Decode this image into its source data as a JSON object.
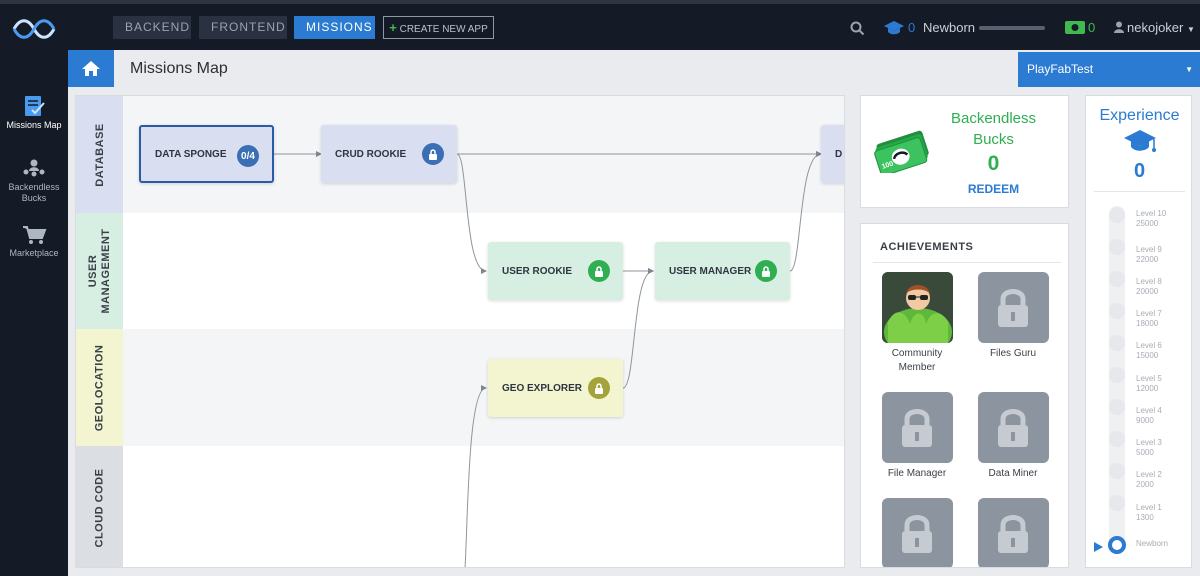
{
  "topbar": {
    "tabs": [
      {
        "label": "BACKEND"
      },
      {
        "label": "FRONTEND"
      },
      {
        "label": "MISSIONS"
      }
    ],
    "create_label": "CREATE NEW APP",
    "level_number": "0",
    "level_name": "Newborn",
    "bucks": "0",
    "username": "nekojoker"
  },
  "sidebar": {
    "items": [
      {
        "label": "Missions Map",
        "icon": "missions-map-icon"
      },
      {
        "label": "Backendless Bucks",
        "icon": "bucks-people-icon"
      },
      {
        "label": "Marketplace",
        "icon": "cart-icon"
      }
    ]
  },
  "header": {
    "title": "Missions Map",
    "app": "PlayFabTest"
  },
  "lanes": [
    {
      "label": "DATABASE",
      "color": "#d9dff0"
    },
    {
      "label": "USER MANAGEMENT",
      "color": "#d6efe2"
    },
    {
      "label": "GEOLOCATION",
      "color": "#f2f5cf"
    },
    {
      "label": "CLOUD CODE",
      "color": "#dbdfe3"
    }
  ],
  "missions": {
    "data_sponge": {
      "label": "DATA SPONGE",
      "progress": "0/4"
    },
    "crud_rookie": {
      "label": "CRUD ROOKIE"
    },
    "db_next": {
      "label": "D"
    },
    "user_rookie": {
      "label": "USER ROOKIE"
    },
    "user_manager": {
      "label": "USER MANAGER"
    },
    "geo_explorer": {
      "label": "GEO EXPLORER"
    }
  },
  "bucks_panel": {
    "title": "Backendless Bucks",
    "value": "0",
    "redeem": "REDEEM"
  },
  "achievements": {
    "title": "ACHIEVEMENTS",
    "items": [
      {
        "label": "Community Member",
        "locked": false
      },
      {
        "label": "Files Guru",
        "locked": true
      },
      {
        "label": "File Manager",
        "locked": true
      },
      {
        "label": "Data Miner",
        "locked": true
      }
    ]
  },
  "experience": {
    "title": "Experience",
    "value": "0",
    "levels": [
      {
        "name": "Level 10",
        "points": "25000"
      },
      {
        "name": "Level 9",
        "points": "22000"
      },
      {
        "name": "Level 8",
        "points": "20000"
      },
      {
        "name": "Level 7",
        "points": "18000"
      },
      {
        "name": "Level 6",
        "points": "15000"
      },
      {
        "name": "Level 5",
        "points": "12000"
      },
      {
        "name": "Level 4",
        "points": "9000"
      },
      {
        "name": "Level 3",
        "points": "5000"
      },
      {
        "name": "Level 2",
        "points": "2000"
      },
      {
        "name": "Level 1",
        "points": "1300"
      }
    ],
    "current": "Newborn"
  },
  "colors": {
    "accent": "#2a7bd1",
    "green": "#2fae52",
    "topbar": "#151b26"
  }
}
